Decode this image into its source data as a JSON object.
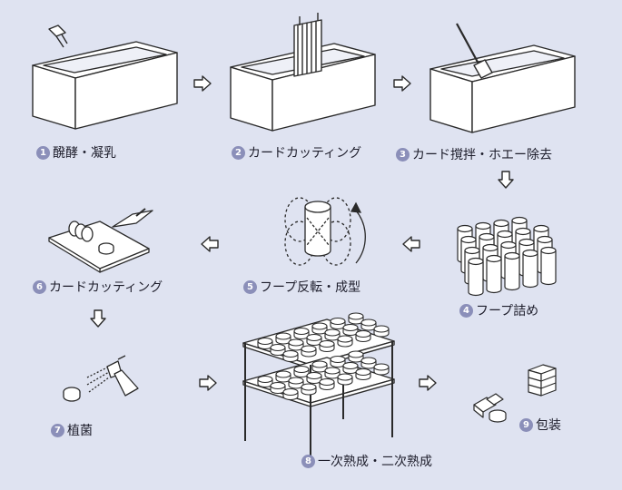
{
  "colors": {
    "background": "#dfe3f1",
    "stroke": "#2a2a2a",
    "number_badge": "#8b8fb9",
    "fill_white": "#ffffff"
  },
  "steps": [
    {
      "num": "1",
      "label": "醗酵・凝乳"
    },
    {
      "num": "2",
      "label": "カードカッティング"
    },
    {
      "num": "3",
      "label": "カード撹拌・ホエー除去"
    },
    {
      "num": "4",
      "label": "フープ詰め"
    },
    {
      "num": "5",
      "label": "フープ反転・成型"
    },
    {
      "num": "6",
      "label": "カードカッティング"
    },
    {
      "num": "7",
      "label": "植菌"
    },
    {
      "num": "8",
      "label": "一次熟成・二次熟成"
    },
    {
      "num": "9",
      "label": "包装"
    }
  ],
  "arrow_icon": "hollow-arrow-icon"
}
